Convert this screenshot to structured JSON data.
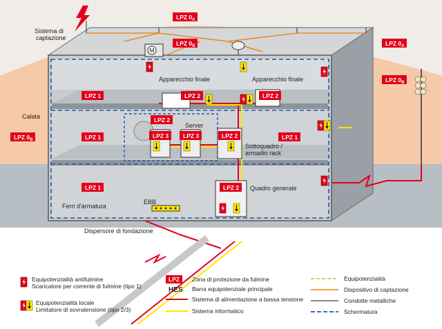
{
  "zones": {
    "lpz0a_top": "LPZ 0",
    "lpz0a_top_sub": "A",
    "lpz0b_top": "LPZ 0",
    "lpz0b_top_sub": "B",
    "lpz0a_right": "LPZ 0",
    "lpz0a_right_sub": "A",
    "lpz0b_right": "LPZ 0",
    "lpz0b_right_sub": "B",
    "lpz0b_left": "LPZ 0",
    "lpz0b_left_sub": "B",
    "lpz1_floor2": "LPZ 1",
    "lpz1_floor1_left": "LPZ 1",
    "lpz1_floor1_right": "LPZ 1",
    "lpz1_ground": "LPZ 1",
    "lpz2_app": "LPZ 2",
    "lpz2_app2": "LPZ 2",
    "lpz2_server": "LPZ 2",
    "lpz2_rack": "LPZ 2",
    "lpz2_main": "LPZ 2",
    "lpz3_a": "LPZ 3",
    "lpz3_b": "LPZ 3"
  },
  "labels": {
    "air_term": "Sistema di\ncaptazione",
    "app1": "Apparecchio finale",
    "app2": "Apparecchio finale",
    "calata": "Calata",
    "server": "Server",
    "subpanel": "Sottoquadro /\narmadio rack",
    "main_panel": "Quadro generale",
    "ebb": "EBB",
    "rebar": "Ferri d'armatura",
    "foundation": "Dispersore di fondazione",
    "motor": "M"
  },
  "legend": {
    "spd1_title": "Equipotenzialità antifulmine",
    "spd1_sub": "Scaricatore per corrente di fulmine (tipo 1)",
    "spd2_title": "Equipotenzialità locale",
    "spd2_sub": "Limitatore di sovratensione (tipo 2/3)",
    "lpz_box": "LPZ",
    "lpz_text": "Zona di protezione da fulmine",
    "hes_box": "HES",
    "hes_text": "Barra equipotenziale principale",
    "power_text": "Sistema di alimentazione a bassa tensione",
    "it_text": "Sistema informatico",
    "equi_text": "Equipotenzialità",
    "air_text": "Dispositivo di captazione",
    "metal_text": "Condotte metalliche",
    "shield_text": "Schermatura"
  },
  "colors": {
    "lpz_red": "#e3001b",
    "power_red": "#e3001b",
    "it_yellow": "#ffe500",
    "equi_green": "#9fcf2f",
    "air_orange": "#f07d00",
    "metal_grey": "#8a8a8a",
    "shield_blue": "#1e5aa8",
    "soil": "#f6c9a8",
    "ground": "#b7bec4"
  },
  "icons": [
    "lightning-icon",
    "spd-type1-icon",
    "spd-type2-icon",
    "motor-icon",
    "antenna-icon"
  ]
}
